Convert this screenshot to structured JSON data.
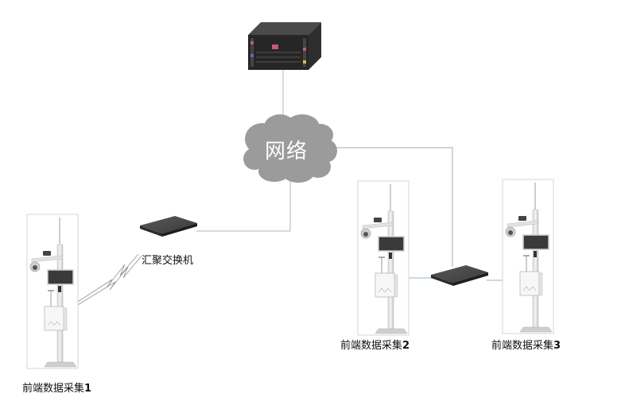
{
  "diagram": {
    "nodes": {
      "server": {
        "label": "",
        "icon": "rack-server"
      },
      "network": {
        "label": "网络",
        "icon": "cloud"
      },
      "aggregation_switch": {
        "label": "汇聚交换机",
        "icon": "network-switch"
      },
      "edge_switch": {
        "label": "",
        "icon": "network-switch"
      },
      "station1": {
        "label_text": "前端数据采集",
        "label_num": "1",
        "icon": "monitoring-pole"
      },
      "station2": {
        "label_text": "前端数据采集",
        "label_num": "2",
        "icon": "monitoring-pole"
      },
      "station3": {
        "label_text": "前端数据采集",
        "label_num": "3",
        "icon": "monitoring-pole"
      }
    },
    "edges": [
      {
        "from": "server",
        "to": "network",
        "type": "wired"
      },
      {
        "from": "network",
        "to": "aggregation_switch",
        "type": "wired"
      },
      {
        "from": "network",
        "to": "edge_switch",
        "type": "wired"
      },
      {
        "from": "aggregation_switch",
        "to": "station1",
        "type": "wireless"
      },
      {
        "from": "edge_switch",
        "to": "station2",
        "type": "wired"
      },
      {
        "from": "edge_switch",
        "to": "station3",
        "type": "wired"
      }
    ],
    "colors": {
      "cloud": "#9b9b9b",
      "link": "#a8a8a8",
      "station_link": "#8fb4d6",
      "device_dark": "#3a3a3a"
    }
  }
}
